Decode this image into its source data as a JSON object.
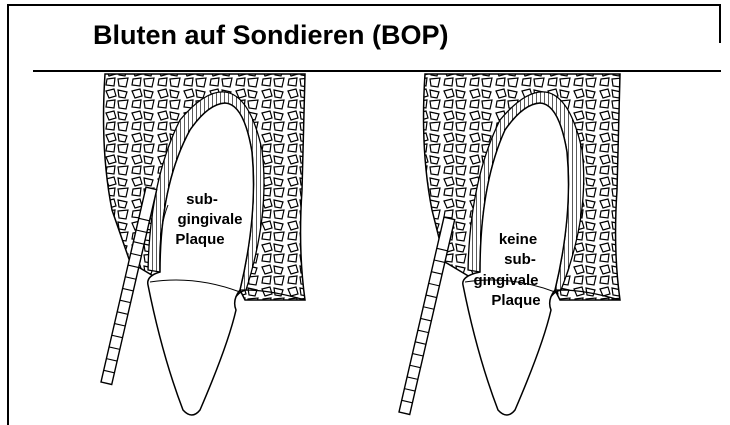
{
  "title": "Bluten auf Sondieren (BOP)",
  "left_panel": {
    "label_lines": [
      "sub-",
      "gingivale",
      "Plaque"
    ]
  },
  "right_panel": {
    "label_lines": [
      "keine",
      "sub-",
      "gingivale",
      "Plaque"
    ]
  }
}
